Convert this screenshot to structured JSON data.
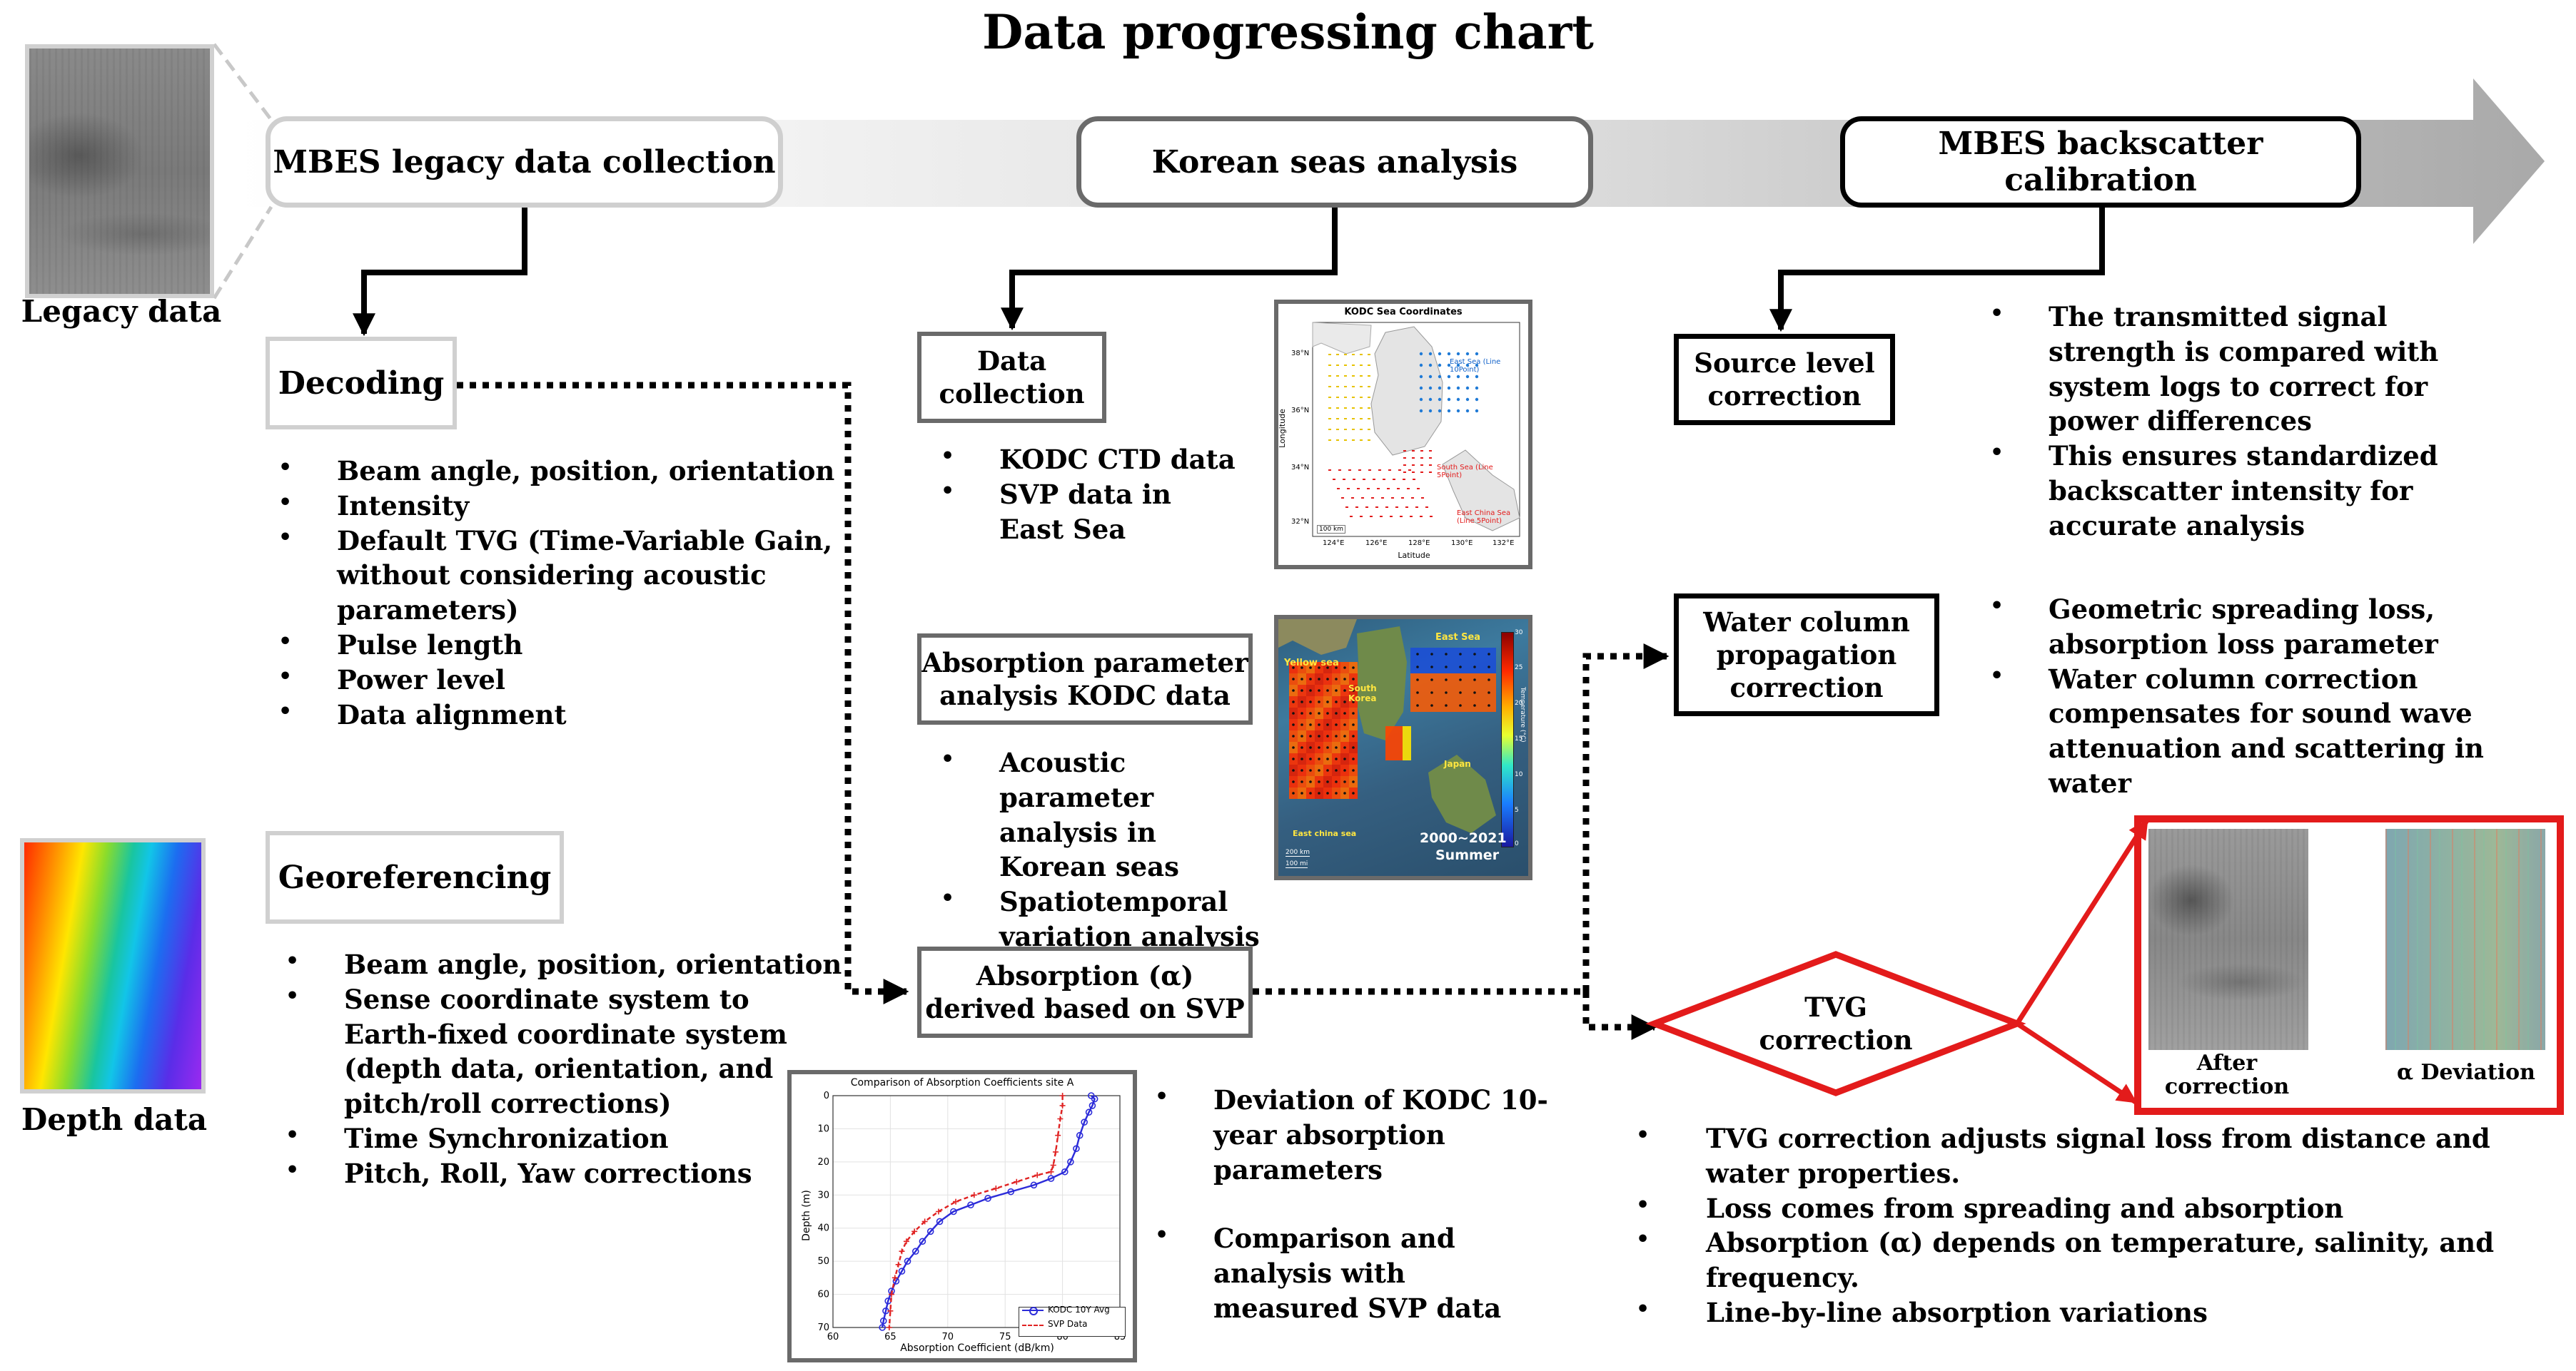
{
  "title": "Data progressing chart",
  "stages": {
    "legacy": "MBES legacy data collection",
    "korean": "Korean seas analysis",
    "calibration": "MBES backscatter calibration"
  },
  "legacy_data": {
    "caption": "Legacy data"
  },
  "depth_data": {
    "caption": "Depth data"
  },
  "decoding": {
    "label": "Decoding",
    "items": [
      "Beam angle, position, orientation",
      "Intensity",
      "Default TVG (Time-Variable Gain, without considering acoustic parameters)",
      "Pulse length",
      "Power level",
      "Data alignment"
    ]
  },
  "georeferencing": {
    "label": "Georeferencing",
    "items": [
      "Beam angle, position, orientation",
      "Sense coordinate system to Earth-fixed coordinate system (depth data, orientation, and pitch/roll corrections)",
      "Time Synchronization",
      "Pitch, Roll, Yaw corrections"
    ]
  },
  "data_collection": {
    "label": "Data collection",
    "items": [
      "KODC CTD data",
      "SVP data in East Sea"
    ]
  },
  "kodc_map": {
    "title": "KODC Sea Coordinates",
    "xlabel": "Latitude",
    "ylabel": "Longitude",
    "yticks": [
      "38°N",
      "36°N",
      "34°N",
      "32°N"
    ],
    "xticks": [
      "124°E",
      "126°E",
      "128°E",
      "130°E",
      "132°E"
    ],
    "labels": {
      "east_sea": "East Sea (Line 10Point)",
      "south_sea": "South Sea (Line 5Point)",
      "ecs": "East China Sea (Line 5Point)"
    },
    "scale": "100 km"
  },
  "absorption_analysis": {
    "label": "Absorption parameter analysis KODC data",
    "items": [
      "Acoustic parameter analysis in Korean seas",
      "Spatiotemporal variation analysis"
    ]
  },
  "temp_map": {
    "labels": {
      "east_sea": "East Sea",
      "yellow_sea": "Yellow sea",
      "south_korea": "South Korea",
      "japan": "Japan",
      "ecs": "East china sea"
    },
    "period": "2000~2021",
    "season": "Summer",
    "colorbar_label": "Temperature (°C)",
    "colorbar_ticks": [
      "30",
      "25",
      "20",
      "15",
      "10",
      "5",
      "0"
    ],
    "scale_a": "200 km",
    "scale_b": "100 mi"
  },
  "absorption_derived": {
    "label": "Absorption (α) derived based on SVP"
  },
  "chart_data": {
    "type": "line",
    "title": "Comparison of Absorption Coefficients site A",
    "xlabel": "Absorption Coefficient (dB/km)",
    "ylabel": "Depth (m)",
    "xlim": [
      60,
      85
    ],
    "ylim": [
      70,
      0
    ],
    "xticks": [
      60,
      65,
      70,
      75,
      80,
      85
    ],
    "yticks": [
      0,
      10,
      20,
      30,
      40,
      50,
      60,
      70
    ],
    "legend_position": "bottom-right",
    "series": [
      {
        "name": "KODC 10Y Avg",
        "color": "#2b2bd9",
        "marker": "circle",
        "points": [
          [
            82.5,
            0
          ],
          [
            82.8,
            1
          ],
          [
            82.6,
            3
          ],
          [
            82.3,
            5
          ],
          [
            81.9,
            8
          ],
          [
            81.5,
            12
          ],
          [
            81.2,
            16
          ],
          [
            80.7,
            20
          ],
          [
            80.2,
            23
          ],
          [
            79.0,
            25
          ],
          [
            77.5,
            27
          ],
          [
            75.5,
            29
          ],
          [
            73.5,
            31
          ],
          [
            72.0,
            33
          ],
          [
            70.5,
            35
          ],
          [
            69.3,
            38
          ],
          [
            68.5,
            41
          ],
          [
            67.8,
            44
          ],
          [
            67.2,
            47
          ],
          [
            66.5,
            50
          ],
          [
            66.0,
            53
          ],
          [
            65.5,
            56
          ],
          [
            65.1,
            59
          ],
          [
            64.8,
            62
          ],
          [
            64.6,
            65
          ],
          [
            64.4,
            68
          ],
          [
            64.3,
            70
          ]
        ]
      },
      {
        "name": "SVP Data",
        "color": "#e02222",
        "marker": "plus",
        "points": [
          [
            80.0,
            0
          ],
          [
            80.0,
            3
          ],
          [
            79.8,
            7
          ],
          [
            79.6,
            12
          ],
          [
            79.4,
            17
          ],
          [
            79.2,
            21
          ],
          [
            79.0,
            23
          ],
          [
            77.8,
            24
          ],
          [
            76.0,
            26
          ],
          [
            74.2,
            28
          ],
          [
            72.3,
            30
          ],
          [
            70.7,
            32
          ],
          [
            69.2,
            35
          ],
          [
            68.0,
            38
          ],
          [
            67.1,
            41
          ],
          [
            66.4,
            44
          ],
          [
            66.0,
            47
          ],
          [
            65.7,
            51
          ],
          [
            65.4,
            55
          ],
          [
            65.1,
            60
          ],
          [
            65.0,
            65
          ],
          [
            64.9,
            70
          ]
        ]
      }
    ]
  },
  "deviation": {
    "items": [
      "Deviation of KODC 10-year absorption parameters",
      "Comparison and analysis with measured SVP data"
    ]
  },
  "source_level": {
    "label": "Source level correction",
    "items": [
      "The transmitted signal strength is compared with system logs to correct for power differences",
      "This ensures standardized backscatter intensity for accurate analysis"
    ]
  },
  "water_column": {
    "label": "Water column propagation correction",
    "items": [
      "Geometric spreading loss, absorption loss parameter",
      "Water column correction compensates for sound wave attenuation and scattering in water"
    ]
  },
  "tvg": {
    "label": "TVG correction",
    "items": [
      "TVG correction adjusts signal loss from distance and water properties.",
      "Loss comes from spreading and absorption",
      "Absorption (α) depends on temperature, salinity, and frequency.",
      "Line-by-line absorption variations"
    ]
  },
  "results": {
    "after": "After correction",
    "deviation": "α Deviation"
  },
  "colors": {
    "red": "#e31b1b",
    "arrow_grey": "#a9a9a9",
    "frame_grey": "#c8c8c8",
    "dark_grey": "#6a6a6a"
  }
}
